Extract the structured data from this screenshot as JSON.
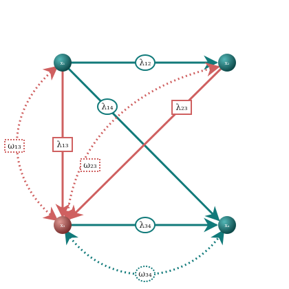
{
  "colors": {
    "teal": "#117a7a",
    "red": "#cf6060",
    "red_dark": "#a83a3a",
    "node_teal_light": "#55b8b8",
    "node_teal_dark": "#063f3f",
    "node_red_light": "#e09a94",
    "node_red_dark": "#6e2424"
  },
  "nodes": {
    "x1": {
      "label": "x₁",
      "kind": "teal"
    },
    "x2": {
      "label": "x₂",
      "kind": "teal"
    },
    "x3": {
      "label": "x₃",
      "kind": "red"
    },
    "x4": {
      "label": "x₄",
      "kind": "teal"
    }
  },
  "edges": [
    {
      "id": "lambda12",
      "from": "x1",
      "to": "x2",
      "label": "λ₁₂",
      "color": "teal",
      "style": "solid",
      "box": "ellipse"
    },
    {
      "id": "lambda14",
      "from": "x1",
      "to": "x4",
      "label": "λ₁₄",
      "color": "teal",
      "style": "solid",
      "box": "ellipse"
    },
    {
      "id": "lambda13",
      "from": "x1",
      "to": "x3",
      "label": "λ₁₃",
      "color": "red",
      "style": "solid",
      "box": "rect"
    },
    {
      "id": "lambda23",
      "from": "x2",
      "to": "x3",
      "label": "λ₂₃",
      "color": "red",
      "style": "solid",
      "box": "rect"
    },
    {
      "id": "lambda34",
      "from": "x3",
      "to": "x4",
      "label": "λ₃₄",
      "color": "teal",
      "style": "solid",
      "box": "ellipse"
    },
    {
      "id": "omega13",
      "from": "x1",
      "to": "x3",
      "label": "ω₁₃",
      "color": "red",
      "style": "dotted",
      "box": "rect-dashed"
    },
    {
      "id": "omega23",
      "from": "x2",
      "to": "x3",
      "label": "ω₂₃",
      "color": "red",
      "style": "dotted",
      "box": "rect-dashed"
    },
    {
      "id": "omega34",
      "from": "x3",
      "to": "x4",
      "label": "ω₃₄",
      "color": "teal",
      "style": "dotted",
      "box": "ellipse-dashed"
    }
  ]
}
